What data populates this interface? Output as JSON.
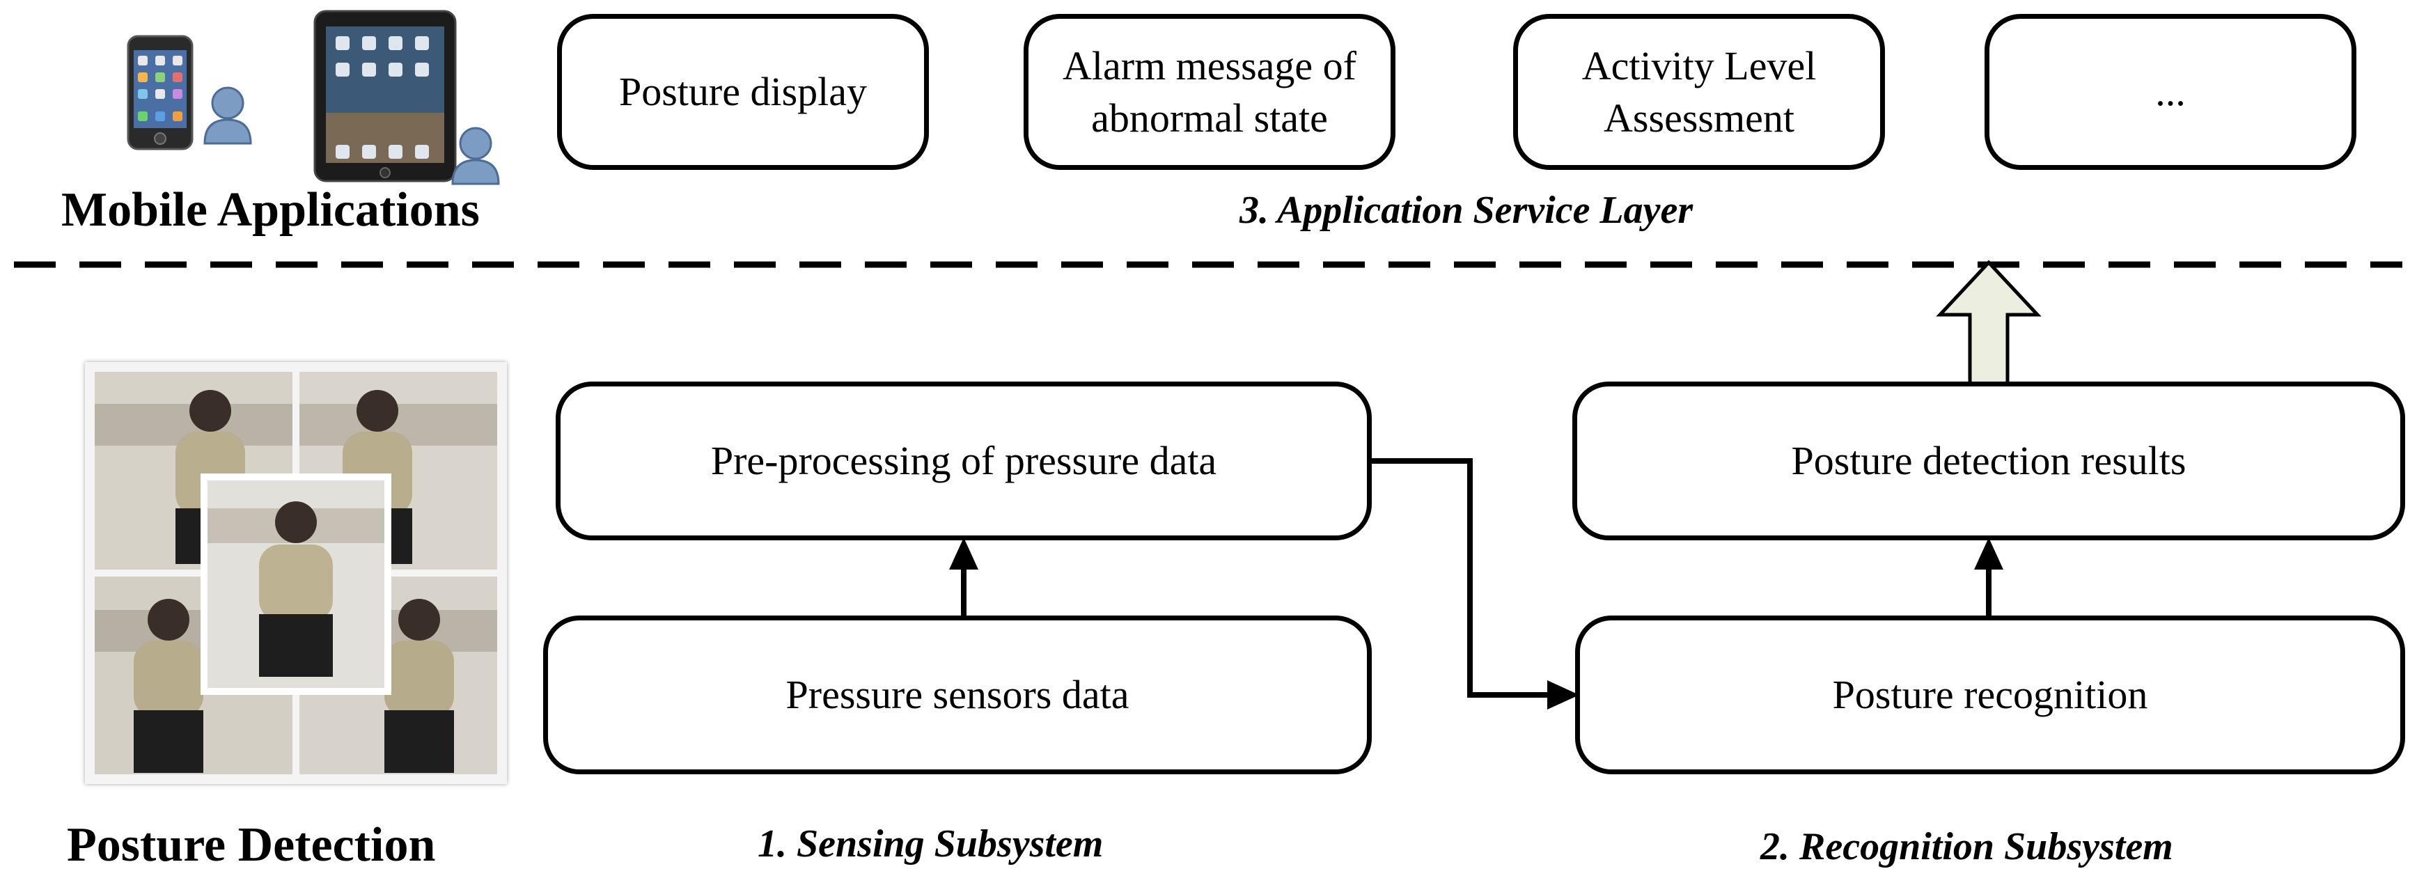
{
  "mobile": {
    "title": "Mobile Applications"
  },
  "posture": {
    "title": "Posture Detection"
  },
  "application_layer": {
    "label": "3. Application Service Layer",
    "boxes": [
      "Posture display",
      "Alarm message of abnormal state",
      "Activity Level Assessment",
      "..."
    ]
  },
  "sensing": {
    "label": "1. Sensing Subsystem",
    "preprocessing": "Pre-processing of pressure data",
    "sensors": "Pressure sensors data"
  },
  "recognition": {
    "label": "2. Recognition Subsystem",
    "results": "Posture detection results",
    "recognition": "Posture recognition"
  },
  "icons": [
    "smartphone-icon",
    "user-icon",
    "tablet-icon",
    "person-photo-collage"
  ],
  "colors": {
    "up_arrow_fill": "#ecefe0",
    "line": "#000000"
  }
}
